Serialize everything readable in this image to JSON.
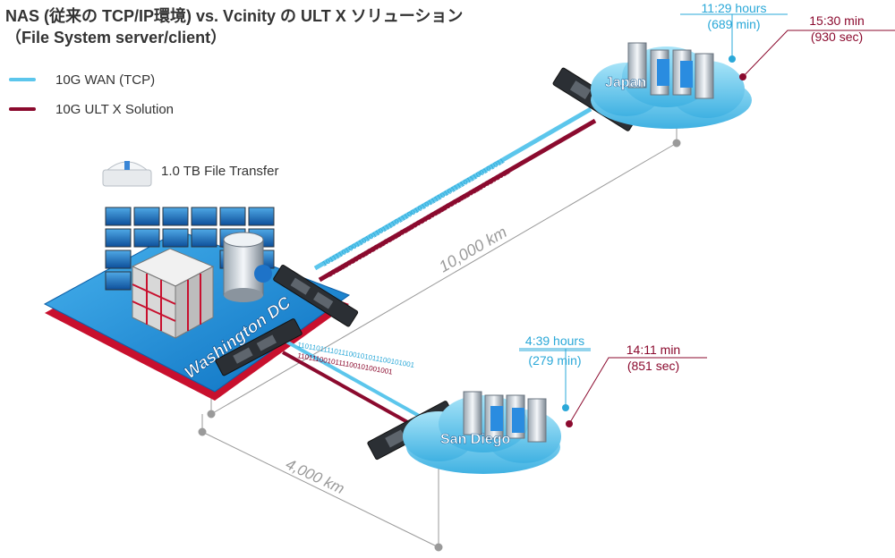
{
  "title": {
    "line1": "NAS (従来の TCP/IP環境) vs. Vcinity の ULT X ソリューション",
    "line2": "（File System server/client）"
  },
  "legend": [
    {
      "label": "10G WAN (TCP)",
      "color": "#5cc6ec"
    },
    {
      "label": "10G ULT X Solution",
      "color": "#8b0a2e"
    }
  ],
  "file_transfer": {
    "label": "1.0 TB File Transfer",
    "icon": "file-server-icon"
  },
  "sites": {
    "hub": "Washington DC",
    "remote1": "Japan",
    "remote2": "San Diego"
  },
  "distances": {
    "japan": "10,000 km",
    "san_diego": "4,000 km"
  },
  "japan_times": {
    "tcp_line1": "11:29 hours",
    "tcp_line2": "(689 min)",
    "ultx_line1": "15:30 min",
    "ultx_line2": "(930 sec)"
  },
  "sandiego_times": {
    "tcp_line1": "4:39 hours",
    "tcp_line2": "(279 min)",
    "ultx_line1": "14:11 min",
    "ultx_line2": "(851 sec)"
  },
  "binary_stream": "1011110100110101101111011100101011110101111011100101011",
  "colors": {
    "tcp": "#5cc6ec",
    "ultx": "#8b0a2e",
    "platform": "#1e8fd8",
    "cloud": "#7fd3f3"
  }
}
